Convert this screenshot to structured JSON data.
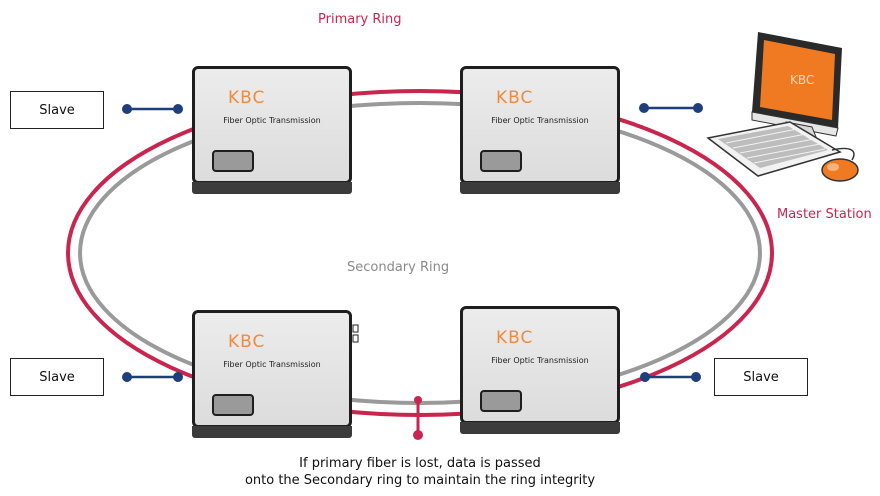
{
  "labels": {
    "primary_ring": "Primary Ring",
    "secondary_ring": "Secondary Ring",
    "master_station": "Master Station",
    "note_line1": "If primary fiber is lost, data is passed",
    "note_line2": "onto the Secondary ring to maintain the ring integrity"
  },
  "slaves": [
    "Slave",
    "Slave",
    "Slave"
  ],
  "devices": [
    {
      "logo": "KBC",
      "caption": "Fiber Optic Transmission"
    },
    {
      "logo": "KBC",
      "caption": "Fiber Optic Transmission"
    },
    {
      "logo": "KBC",
      "caption": "Fiber Optic Transmission"
    },
    {
      "logo": "KBC",
      "caption": "Fiber Optic Transmission"
    }
  ],
  "computer": {
    "screen_logo": "KBC"
  },
  "colors": {
    "primary_ring": "#c8264f",
    "secondary_ring": "#9a9a9a",
    "link": "#1f3f7a",
    "accent_orange": "#f07a22"
  }
}
